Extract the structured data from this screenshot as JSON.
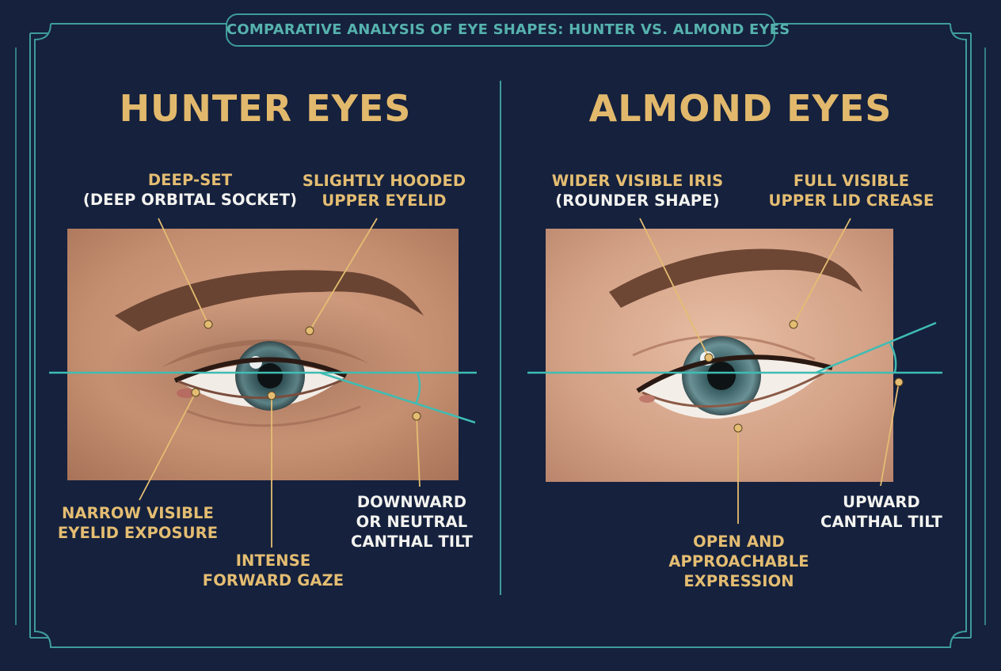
{
  "title": "COMPARATIVE ANALYSIS OF EYE SHAPES: HUNTER VS. ALMOND EYES",
  "colors": {
    "background": "#15213d",
    "frame": "#3f9c9a",
    "heading": "#e2b96c",
    "label_gold": "#e4bd72",
    "label_white": "#f3f3f0",
    "guide_line": "#3fbcb3"
  },
  "hunter": {
    "heading": "HUNTER EYES",
    "deep_set": {
      "line1": "DEEP-SET",
      "line2": "(DEEP ORBITAL SOCKET)"
    },
    "hooded": {
      "line1": "SLIGHTLY HOODED",
      "line2": "UPPER EYELID"
    },
    "narrow": {
      "line1": "NARROW VISIBLE",
      "line2": "EYELID EXPOSURE"
    },
    "gaze": {
      "line1": "INTENSE",
      "line2": "FORWARD GAZE"
    },
    "tilt": {
      "line1": "DOWNWARD",
      "line2": "OR NEUTRAL",
      "line3": "CANTHAL TILT"
    }
  },
  "almond": {
    "heading": "ALMOND EYES",
    "iris": {
      "line1": "WIDER VISIBLE IRIS",
      "line2": "(ROUNDER SHAPE)"
    },
    "crease": {
      "line1": "FULL VISIBLE",
      "line2": "UPPER LID CREASE"
    },
    "open": {
      "line1": "OPEN AND",
      "line2": "APPROACHABLE",
      "line3": "EXPRESSION"
    },
    "tilt": {
      "line1": "UPWARD",
      "line2": "CANTHAL TILT"
    }
  }
}
